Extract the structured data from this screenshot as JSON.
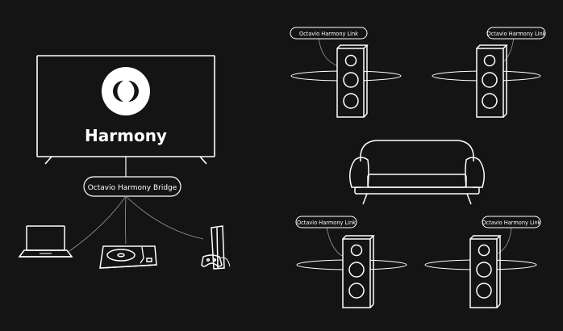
{
  "tv": {
    "brand": "Harmony"
  },
  "bridge": {
    "label": "Octavio Harmony Bridge"
  },
  "links": {
    "top_left": "Octavio Harmony Link",
    "top_right": "Octavio Harmony Link",
    "bottom_left": "Octavio Harmony Link",
    "bottom_right": "Octavio Harmony Link"
  },
  "colors": {
    "background": "#141414",
    "line": "#ffffff",
    "logo_bg": "#ffffff",
    "logo_fg": "#141414"
  },
  "icons": {
    "laptop": "laptop-icon",
    "turntable": "turntable-icon",
    "console": "game-console-icon",
    "sofa": "sofa-icon",
    "speaker": "speaker-icon"
  }
}
